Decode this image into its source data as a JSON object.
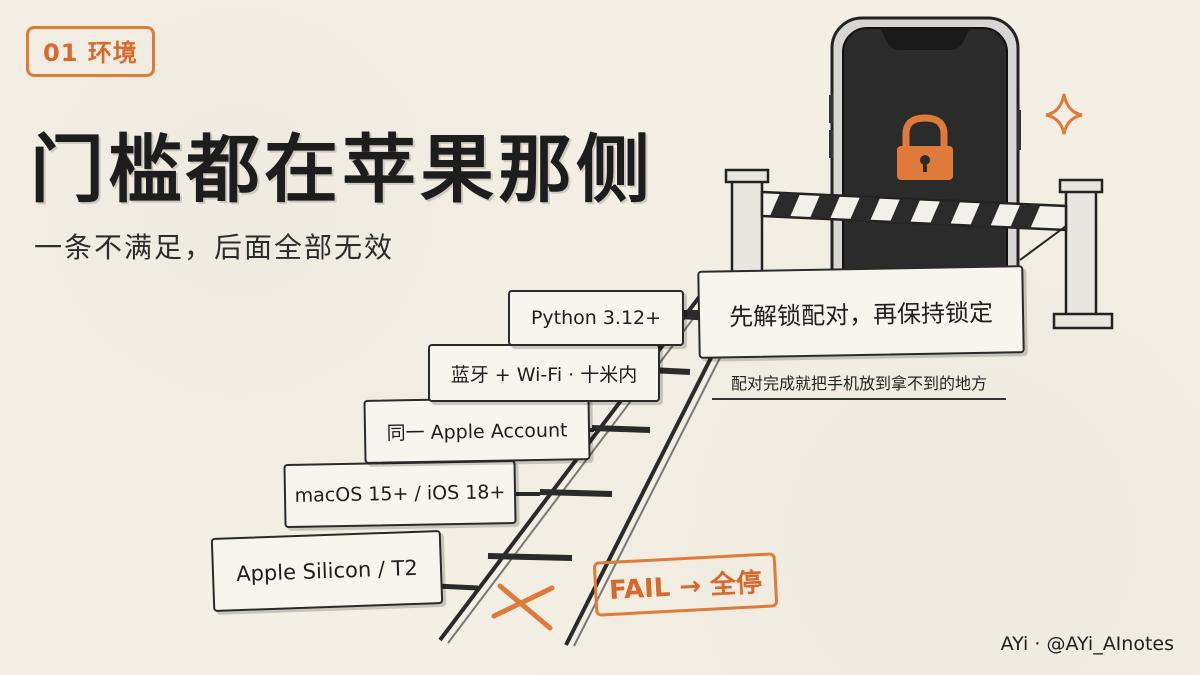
{
  "section_tag": "01 环境",
  "title": "门槛都在苹果那侧",
  "subtitle": "一条不满足，后面全部无效",
  "steps": [
    "Apple Silicon / T2",
    "macOS 15+ / iOS 18+",
    "同一 Apple Account",
    "蓝牙 + Wi-Fi · 十米内",
    "Python 3.12+"
  ],
  "goal_box": "先解锁配对，再保持锁定",
  "goal_note": "配对完成就把手机放到拿不到的地方",
  "fail_label": "FAIL → 全停",
  "credit": "AYi · @AYi_AInotes",
  "icons": [
    "padlock-icon",
    "sparkle-icon",
    "barrier-gate",
    "ladder",
    "cross-mark"
  ],
  "colors": {
    "accent": "#e07a3a",
    "paper": "#f4efe4",
    "ink": "#1f1f1f",
    "phone": "#2b2b2b"
  }
}
